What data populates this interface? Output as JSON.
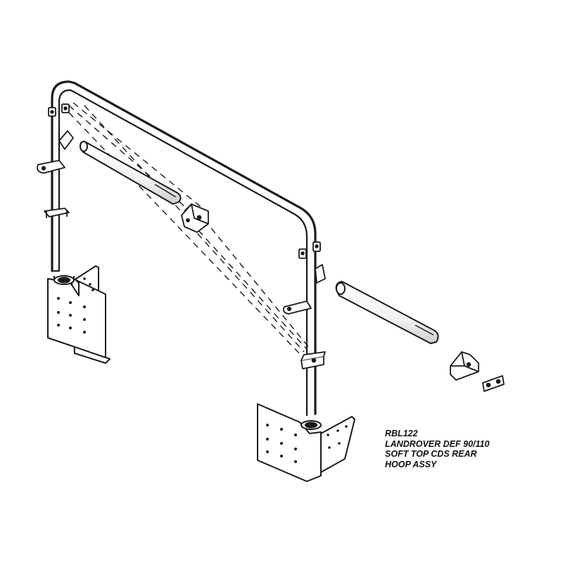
{
  "caption": {
    "part_number": "RBL122",
    "vehicle": "LANDROVER DEF 90/110",
    "description_line1": "SOFT TOP CDS REAR",
    "description_line2": "HOOP ASSY"
  },
  "colors": {
    "line": "#1a1a1a",
    "fill": "#ffffff",
    "tube_shade": "#d9d9d9"
  }
}
